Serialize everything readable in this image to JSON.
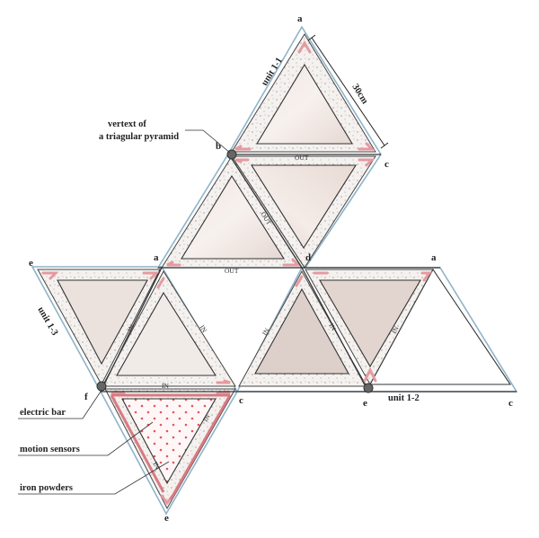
{
  "vertices": {
    "top_a": "a",
    "b": "b",
    "top_c": "c",
    "mid_a": "a",
    "d": "d",
    "right_a": "a",
    "left_e": "e",
    "f": "f",
    "mid_c": "c",
    "mid_e": "e",
    "right_c": "c",
    "bottom_e": "e"
  },
  "units": {
    "u1": "unit 1-1",
    "u2": "unit 1-2",
    "u3": "unit 1-3"
  },
  "dimension": "30cm",
  "annotations": {
    "vertex": [
      "vertext of",
      "a triagular pyramid"
    ],
    "electric_bar": "electric bar",
    "motion_sensors": "motion sensors",
    "iron_powders": "iron powders"
  },
  "directions": {
    "out": "OUT",
    "in": "IN"
  },
  "colors": {
    "outline_blue": "#8fb3c9",
    "edge_dark": "#333333",
    "pink_accent": "#e59aa0",
    "red_dots": "#e05a5a",
    "tri_fill": "#eadfdb",
    "pad_fill": "#f2efed"
  }
}
